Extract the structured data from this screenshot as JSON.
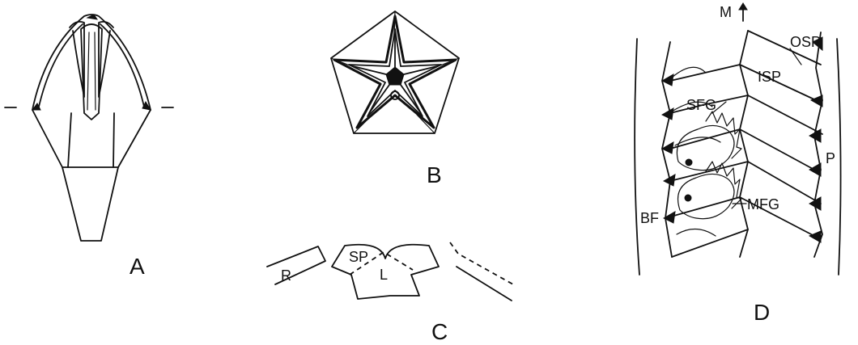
{
  "panels": {
    "a": {
      "letter": "A"
    },
    "b": {
      "letter": "B"
    },
    "c": {
      "letter": "C",
      "labels": {
        "r": "R",
        "sp": "SP",
        "l": "L"
      }
    },
    "d": {
      "letter": "D",
      "labels": {
        "m": "M",
        "osp": "OSP",
        "isp": "ISP",
        "sfg": "SFG",
        "p": "P",
        "mfg": "MFG",
        "bf": "BF"
      }
    }
  }
}
